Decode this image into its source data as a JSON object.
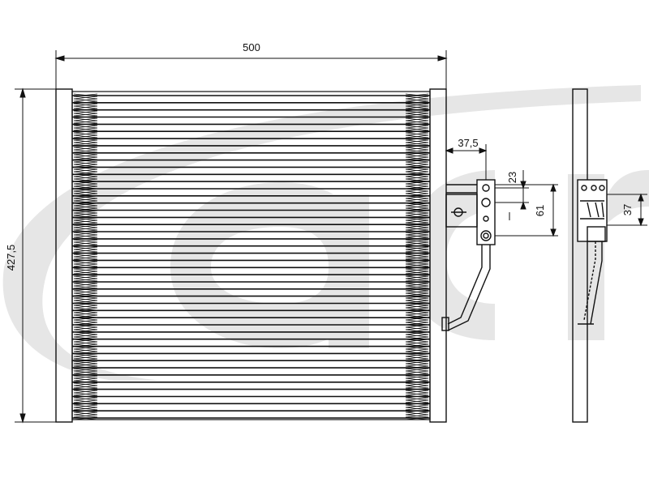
{
  "colors": {
    "line": "#111111",
    "watermark": "#e6e6e6",
    "background": "#ffffff"
  },
  "watermark_logo": {
    "icon": "acr-logo-watermark",
    "text": "acr"
  },
  "dimensions": {
    "width": "500",
    "height": "427,5",
    "fitting_offset": "37,5",
    "port_spacing_small": "23",
    "port_spacing_large": "61",
    "side_offset": "37"
  }
}
